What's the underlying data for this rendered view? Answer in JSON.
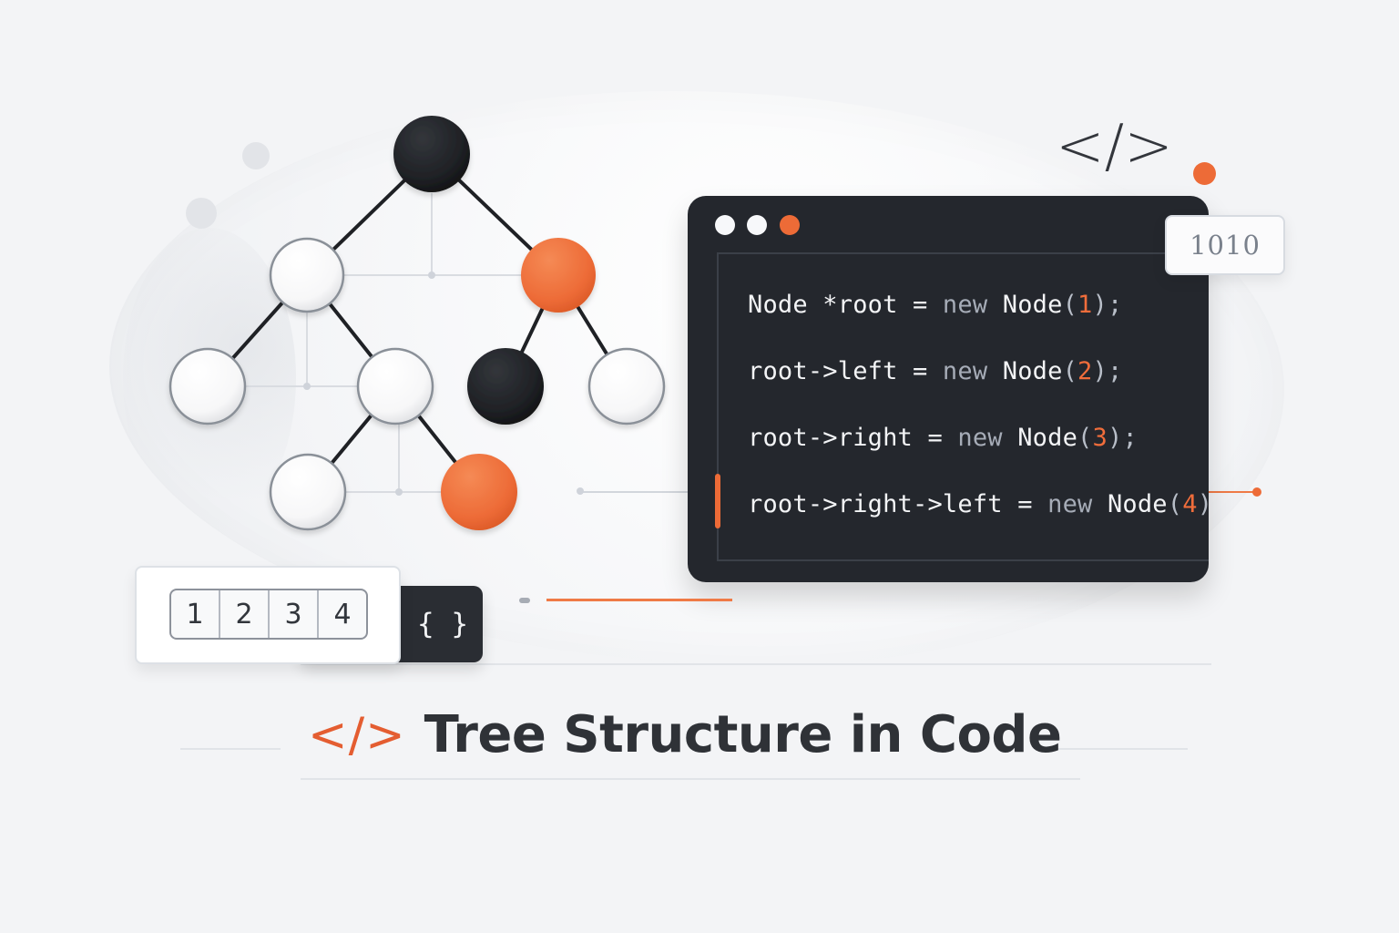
{
  "title": {
    "tag": "</>",
    "text": "Tree Structure in Code"
  },
  "icons": {
    "top_tag": "</>",
    "braces": "{ }"
  },
  "binary_badge": "1010",
  "sequence": [
    "1",
    "2",
    "3",
    "4"
  ],
  "code": {
    "lines": [
      {
        "segments": [
          {
            "text": "Node *root = ",
            "type": "plain"
          },
          {
            "text": "new",
            "type": "kw"
          },
          {
            "text": " Node",
            "type": "plain"
          },
          {
            "text": "(",
            "type": "paren"
          },
          {
            "text": "1",
            "type": "num"
          },
          {
            "text": ");",
            "type": "paren"
          }
        ]
      },
      {
        "segments": [
          {
            "text": "root->left = ",
            "type": "plain"
          },
          {
            "text": "new",
            "type": "kw"
          },
          {
            "text": " Node",
            "type": "plain"
          },
          {
            "text": "(",
            "type": "paren"
          },
          {
            "text": "2",
            "type": "num"
          },
          {
            "text": ");",
            "type": "paren"
          }
        ]
      },
      {
        "segments": [
          {
            "text": "root->right = ",
            "type": "plain"
          },
          {
            "text": "new",
            "type": "kw"
          },
          {
            "text": " Node",
            "type": "plain"
          },
          {
            "text": "(",
            "type": "paren"
          },
          {
            "text": "3",
            "type": "num"
          },
          {
            "text": ");",
            "type": "paren"
          }
        ]
      },
      {
        "segments": [
          {
            "text": "root->right->left = ",
            "type": "plain"
          },
          {
            "text": "new",
            "type": "kw"
          },
          {
            "text": " Node",
            "type": "plain"
          },
          {
            "text": "(",
            "type": "paren"
          },
          {
            "text": "4",
            "type": "num"
          },
          {
            "text": ");",
            "type": "paren"
          }
        ]
      }
    ]
  },
  "colors": {
    "accent": "#ed6b37",
    "dark_node": "#1f2125",
    "light_node": "#ffffff",
    "window_bg": "#24272d",
    "text_dark": "#2f3237"
  },
  "tree": {
    "nodes": [
      {
        "id": "root",
        "color": "dark"
      },
      {
        "id": "left",
        "color": "light"
      },
      {
        "id": "right",
        "color": "orange"
      },
      {
        "id": "left-left",
        "color": "light"
      },
      {
        "id": "left-right",
        "color": "light"
      },
      {
        "id": "right-left",
        "color": "dark"
      },
      {
        "id": "right-right",
        "color": "light"
      },
      {
        "id": "left-right-left",
        "color": "light"
      },
      {
        "id": "left-right-right",
        "color": "orange"
      }
    ],
    "edges": [
      [
        "root",
        "left"
      ],
      [
        "root",
        "right"
      ],
      [
        "left",
        "left-left"
      ],
      [
        "left",
        "left-right"
      ],
      [
        "right",
        "right-left"
      ],
      [
        "right",
        "right-right"
      ],
      [
        "left-right",
        "left-right-left"
      ],
      [
        "left-right",
        "left-right-right"
      ]
    ]
  }
}
